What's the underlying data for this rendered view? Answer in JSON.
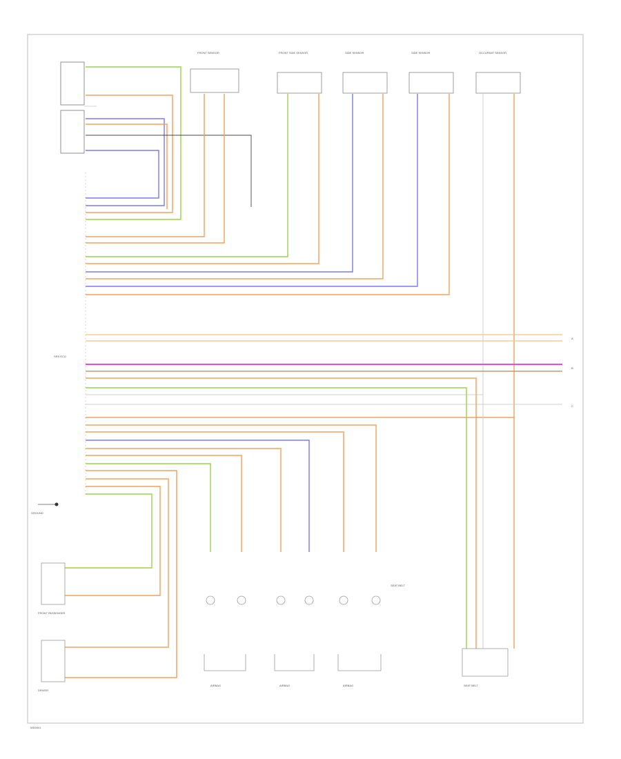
{
  "diagram": {
    "footer_code": "WD0001",
    "module": {
      "label": "SRS ECU",
      "pins_label": ""
    },
    "top_components": [
      {
        "id": "sens1",
        "label": "FRONT SENSOR"
      },
      {
        "id": "sens2",
        "label": "FRONT SIDE SENSOR"
      },
      {
        "id": "sens3",
        "label": "SIDE SENSOR"
      },
      {
        "id": "sens4",
        "label": "SIDE SENSOR"
      },
      {
        "id": "sens5",
        "label": "OCCUPANT SENSOR"
      }
    ],
    "left_components": [
      {
        "id": "lc1",
        "label": "FRONT PASSENGER"
      },
      {
        "id": "lc2",
        "label": "DRIVER"
      }
    ],
    "ground_label": "GROUND",
    "bottom_components": [
      {
        "id": "b1",
        "label": "AIRBAG"
      },
      {
        "id": "b2",
        "label": "AIRBAG"
      },
      {
        "id": "b3",
        "label": "AIRBAG"
      },
      {
        "id": "b4",
        "label": "SEAT BELT"
      },
      {
        "id": "b5",
        "label": "SEAT BELT"
      }
    ],
    "right_connectors": [
      {
        "id": "r1",
        "label": "A"
      },
      {
        "id": "r2",
        "label": "B"
      },
      {
        "id": "r3",
        "label": "C"
      }
    ],
    "wire_colors": {
      "green": "#9bd14a",
      "orange": "#f5a05a",
      "blue": "#7b78f0",
      "pink": "#ee44ee",
      "brown": "#c89a6a",
      "gray": "#bbbbbb",
      "black": "#333333"
    }
  }
}
